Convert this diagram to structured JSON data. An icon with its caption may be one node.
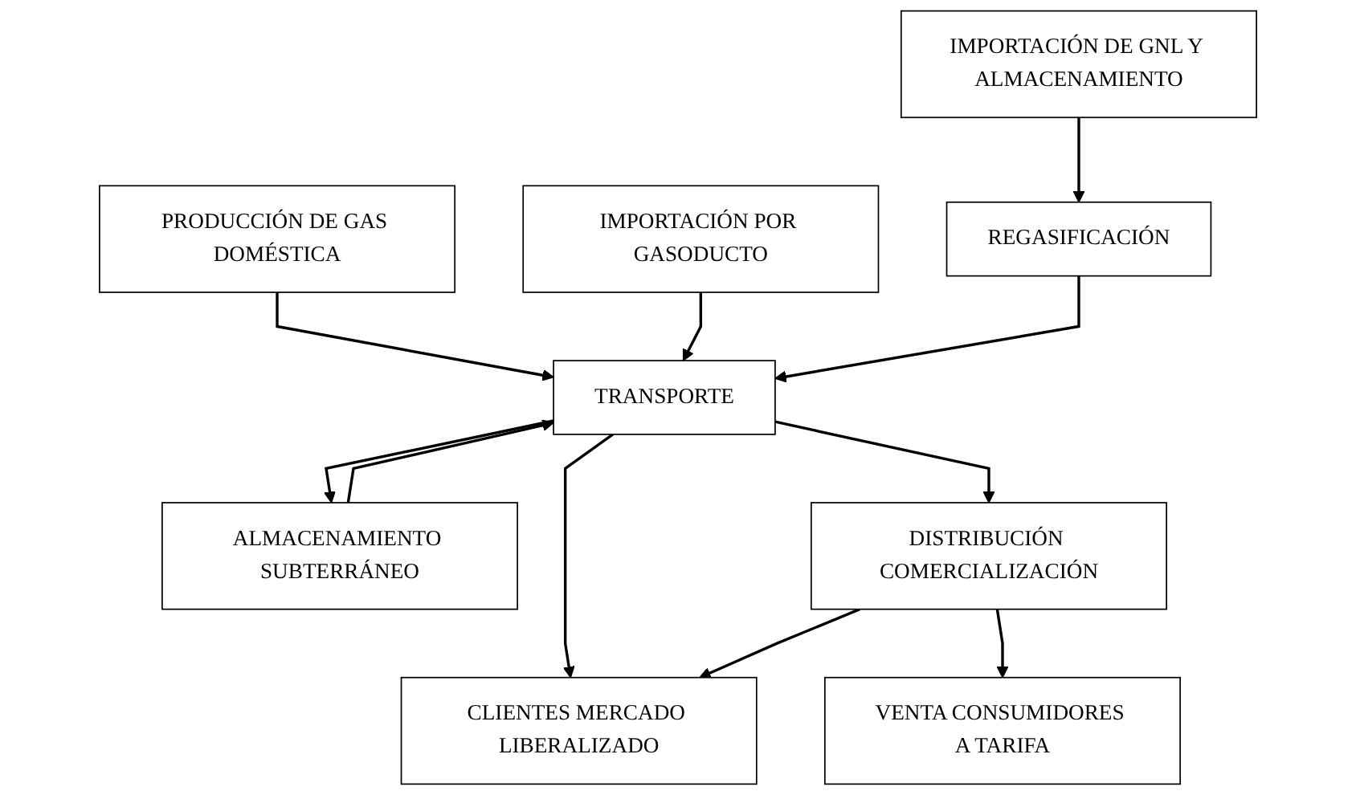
{
  "diagram": {
    "nodes": [
      {
        "text": [
          "PRODUCCIÓN DE GAS DOMÉSTICA"
        ]
      },
      {
        "text": [
          "IMPORTACIÓN POR GASODUCTO"
        ]
      },
      {
        "text": [
          "IMPORTACIÓN DE GNL Y ALMACENAMIENTO"
        ]
      },
      {
        "text": [
          "REGASIFICACIÓN"
        ]
      },
      {
        "text": [
          "TRANSPORTE"
        ]
      },
      {
        "text": [
          "ALMACENAMIENTO SUBTERRÁNEO"
        ]
      },
      {
        "text": [
          "DISTRIBUCIÓN COMERCIALIZACIÓN"
        ]
      },
      {
        "text": [
          "CLIENTES MERCADO LIBERALIZADO"
        ]
      },
      {
        "text": [
          "VENTA CONSUMIDORES A TARIFA"
        ]
      }
    ],
    "edges": [
      {
        "from": 2,
        "to": 3,
        "arrow": "to"
      },
      {
        "from": 0,
        "to": 4,
        "arrow": "to"
      },
      {
        "from": 1,
        "to": 4,
        "arrow": "to"
      },
      {
        "from": 3,
        "to": 4,
        "arrow": "to"
      },
      {
        "from": 4,
        "to": 5,
        "arrow": "to"
      },
      {
        "from": 5,
        "to": 4,
        "arrow": "to"
      },
      {
        "from": 4,
        "to": 6,
        "arrow": "to"
      },
      {
        "from": 4,
        "to": 7,
        "arrow": "to"
      },
      {
        "from": 6,
        "to": 7,
        "arrow": "to"
      },
      {
        "from": 6,
        "to": 8,
        "arrow": "to"
      }
    ]
  }
}
